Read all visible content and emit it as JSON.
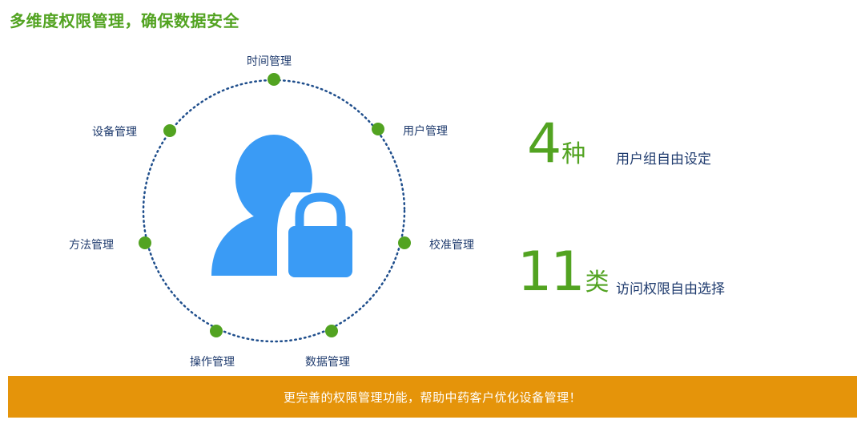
{
  "header": {
    "title": "多维度权限管理，确保数据安全"
  },
  "colors": {
    "accent_green": "#52a321",
    "ring_blue": "#1f4e8c",
    "icon_blue": "#3a9bf5",
    "banner_orange": "#e5940a",
    "text_navy": "#1f3b6e"
  },
  "icon": {
    "name": "user-lock-icon"
  },
  "ring": {
    "nodes": [
      {
        "label": "时间管理"
      },
      {
        "label": "用户管理"
      },
      {
        "label": "校准管理"
      },
      {
        "label": "数据管理"
      },
      {
        "label": "操作管理"
      },
      {
        "label": "方法管理"
      },
      {
        "label": "设备管理"
      }
    ]
  },
  "stats": [
    {
      "number": "4",
      "unit": "种",
      "description": "用户组自由设定"
    },
    {
      "number": "11",
      "unit": "类",
      "description": "访问权限自由选择"
    }
  ],
  "banner": {
    "text": "更完善的权限管理功能，帮助中药客户优化设备管理！"
  }
}
